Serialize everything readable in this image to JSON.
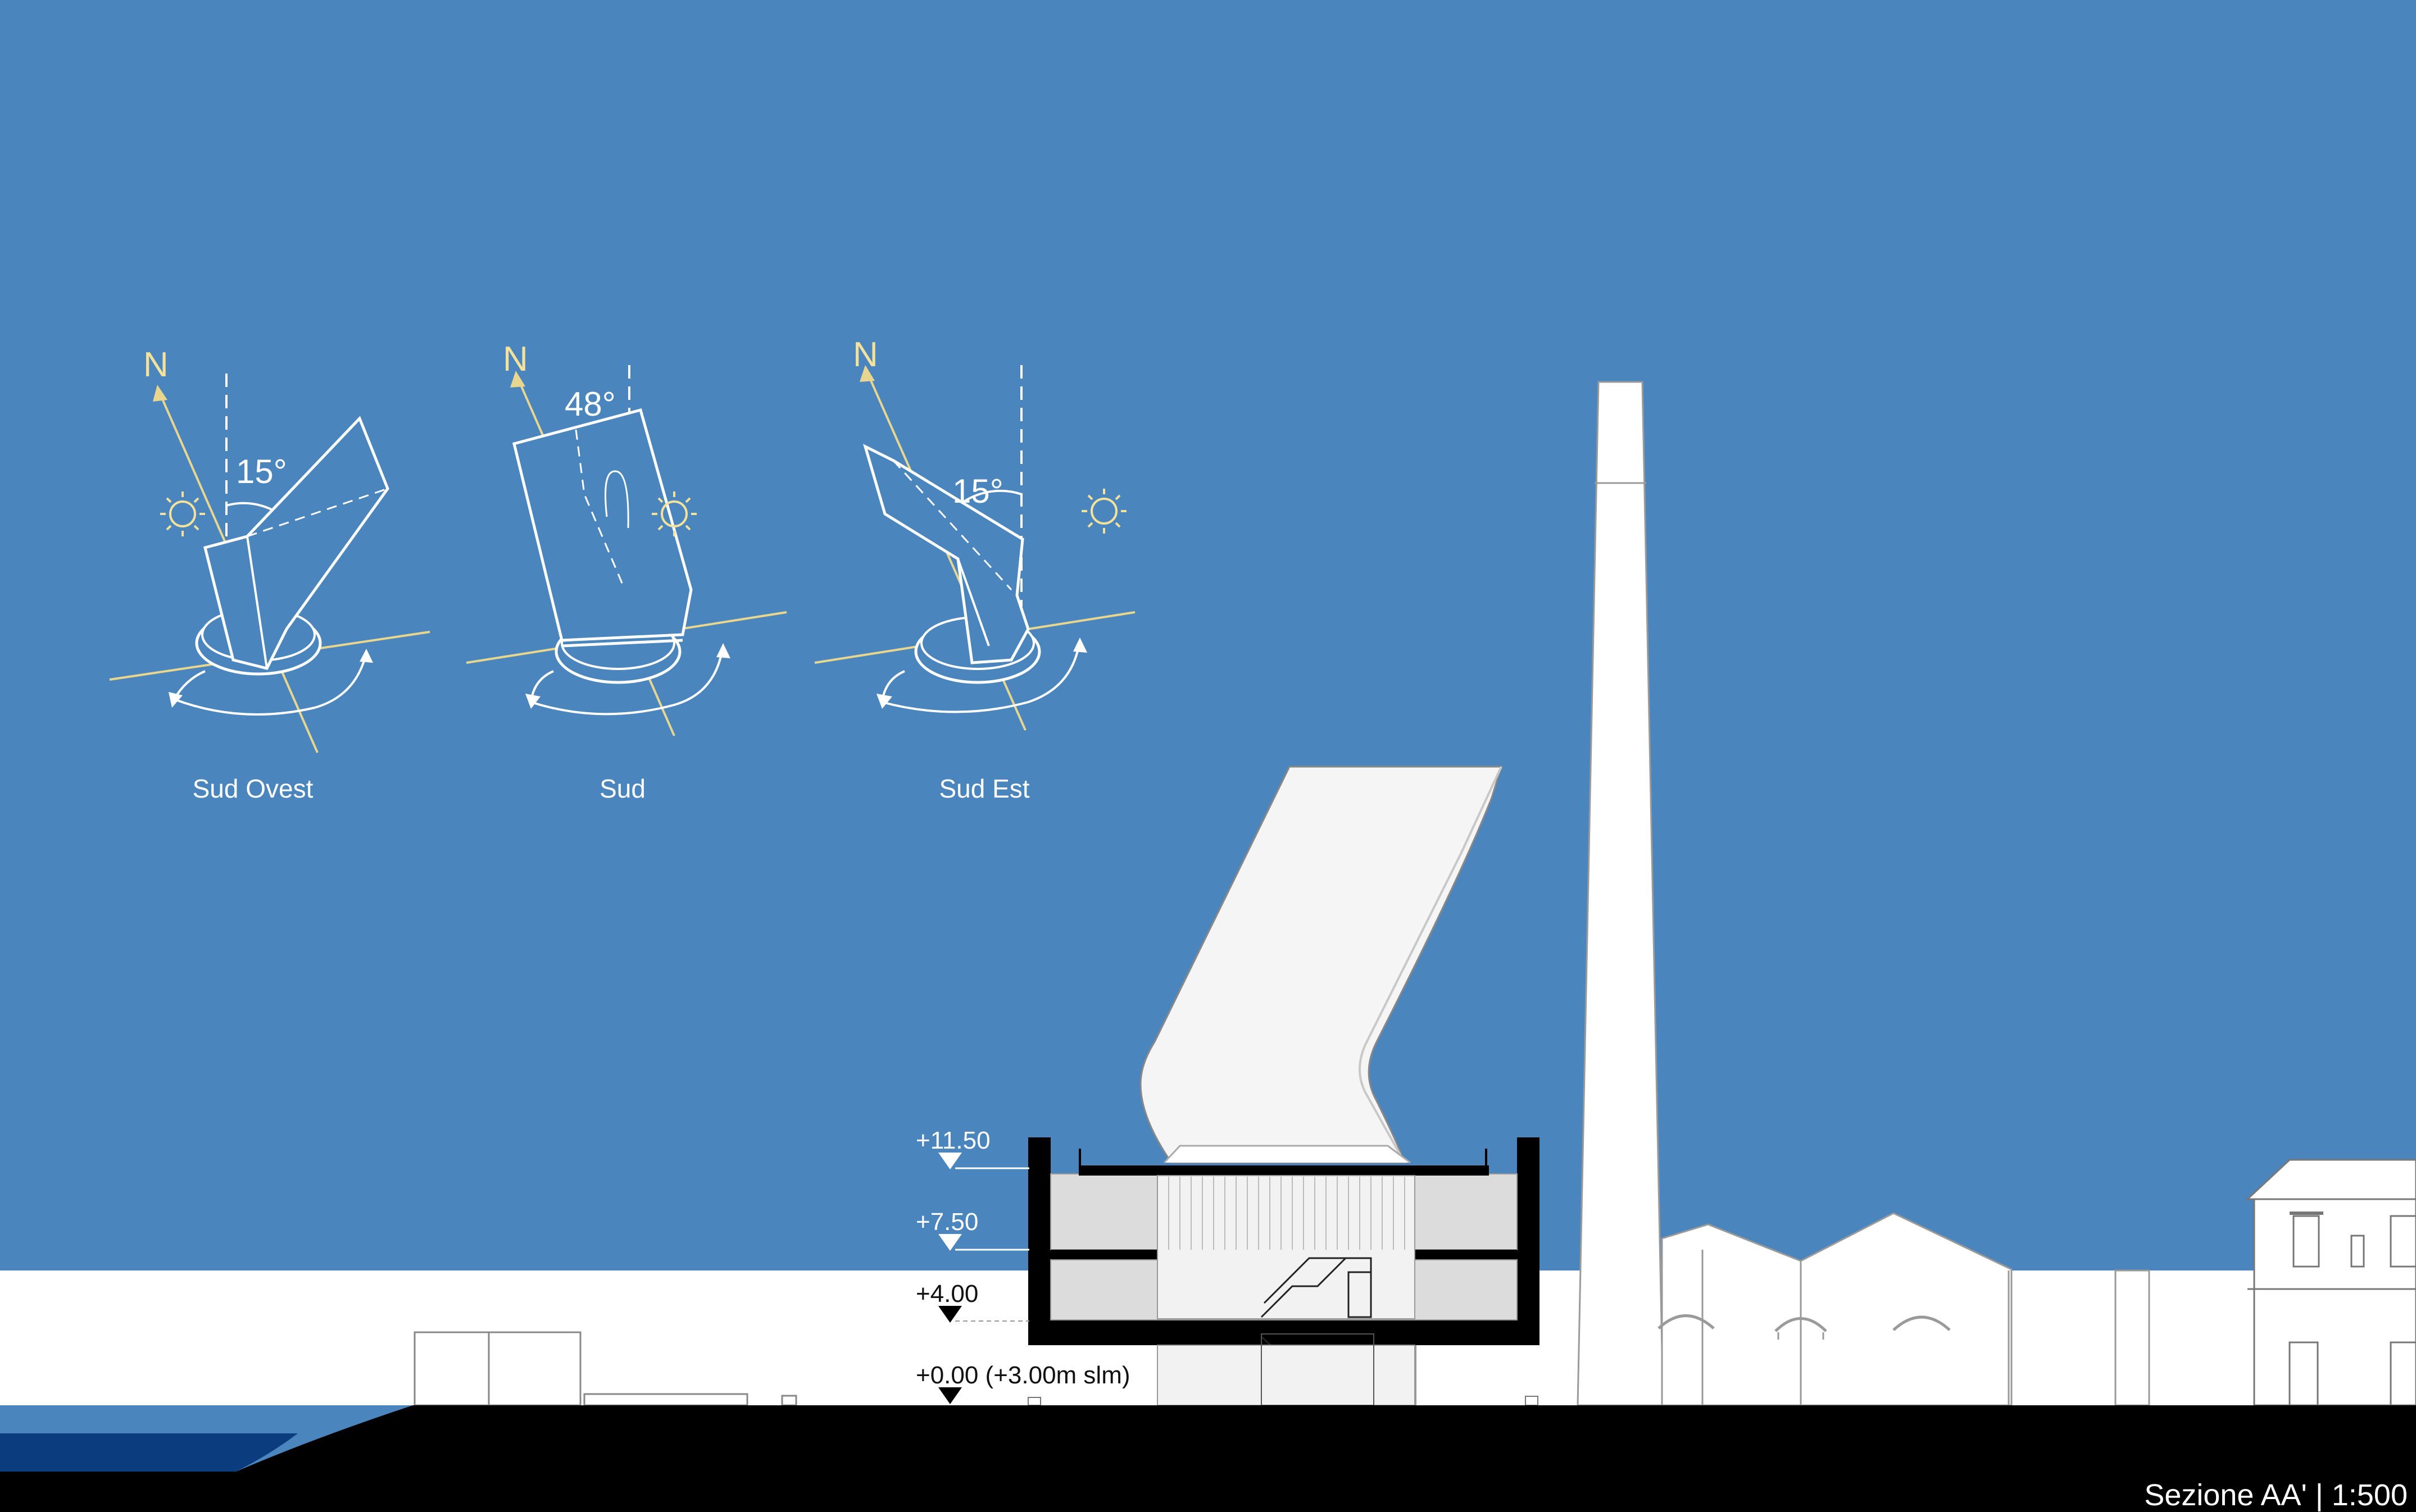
{
  "colors": {
    "sky": "#4a86bd",
    "ground": "#000000",
    "sea": "#0b3c7e",
    "building": "#ffffff",
    "section_fill": "#d9d9d9",
    "axis_line": "#e8d68e",
    "annotation": "#f5e29a"
  },
  "diagrams": [
    {
      "label": "Sud Ovest",
      "north": "N",
      "angle": "15°",
      "sun_icon": "sun-icon"
    },
    {
      "label": "Sud",
      "north": "N",
      "angle": "48°",
      "sun_icon": "sun-icon"
    },
    {
      "label": "Sud Est",
      "north": "N",
      "angle": "15°",
      "sun_icon": "sun-icon"
    }
  ],
  "levels": [
    {
      "label": "+11.50"
    },
    {
      "label": "+7.50"
    },
    {
      "label": "+4.00"
    },
    {
      "label": "+0.00 (+3.00m slm)"
    }
  ],
  "footer": {
    "title": "Sezione AA' | 1:500"
  }
}
